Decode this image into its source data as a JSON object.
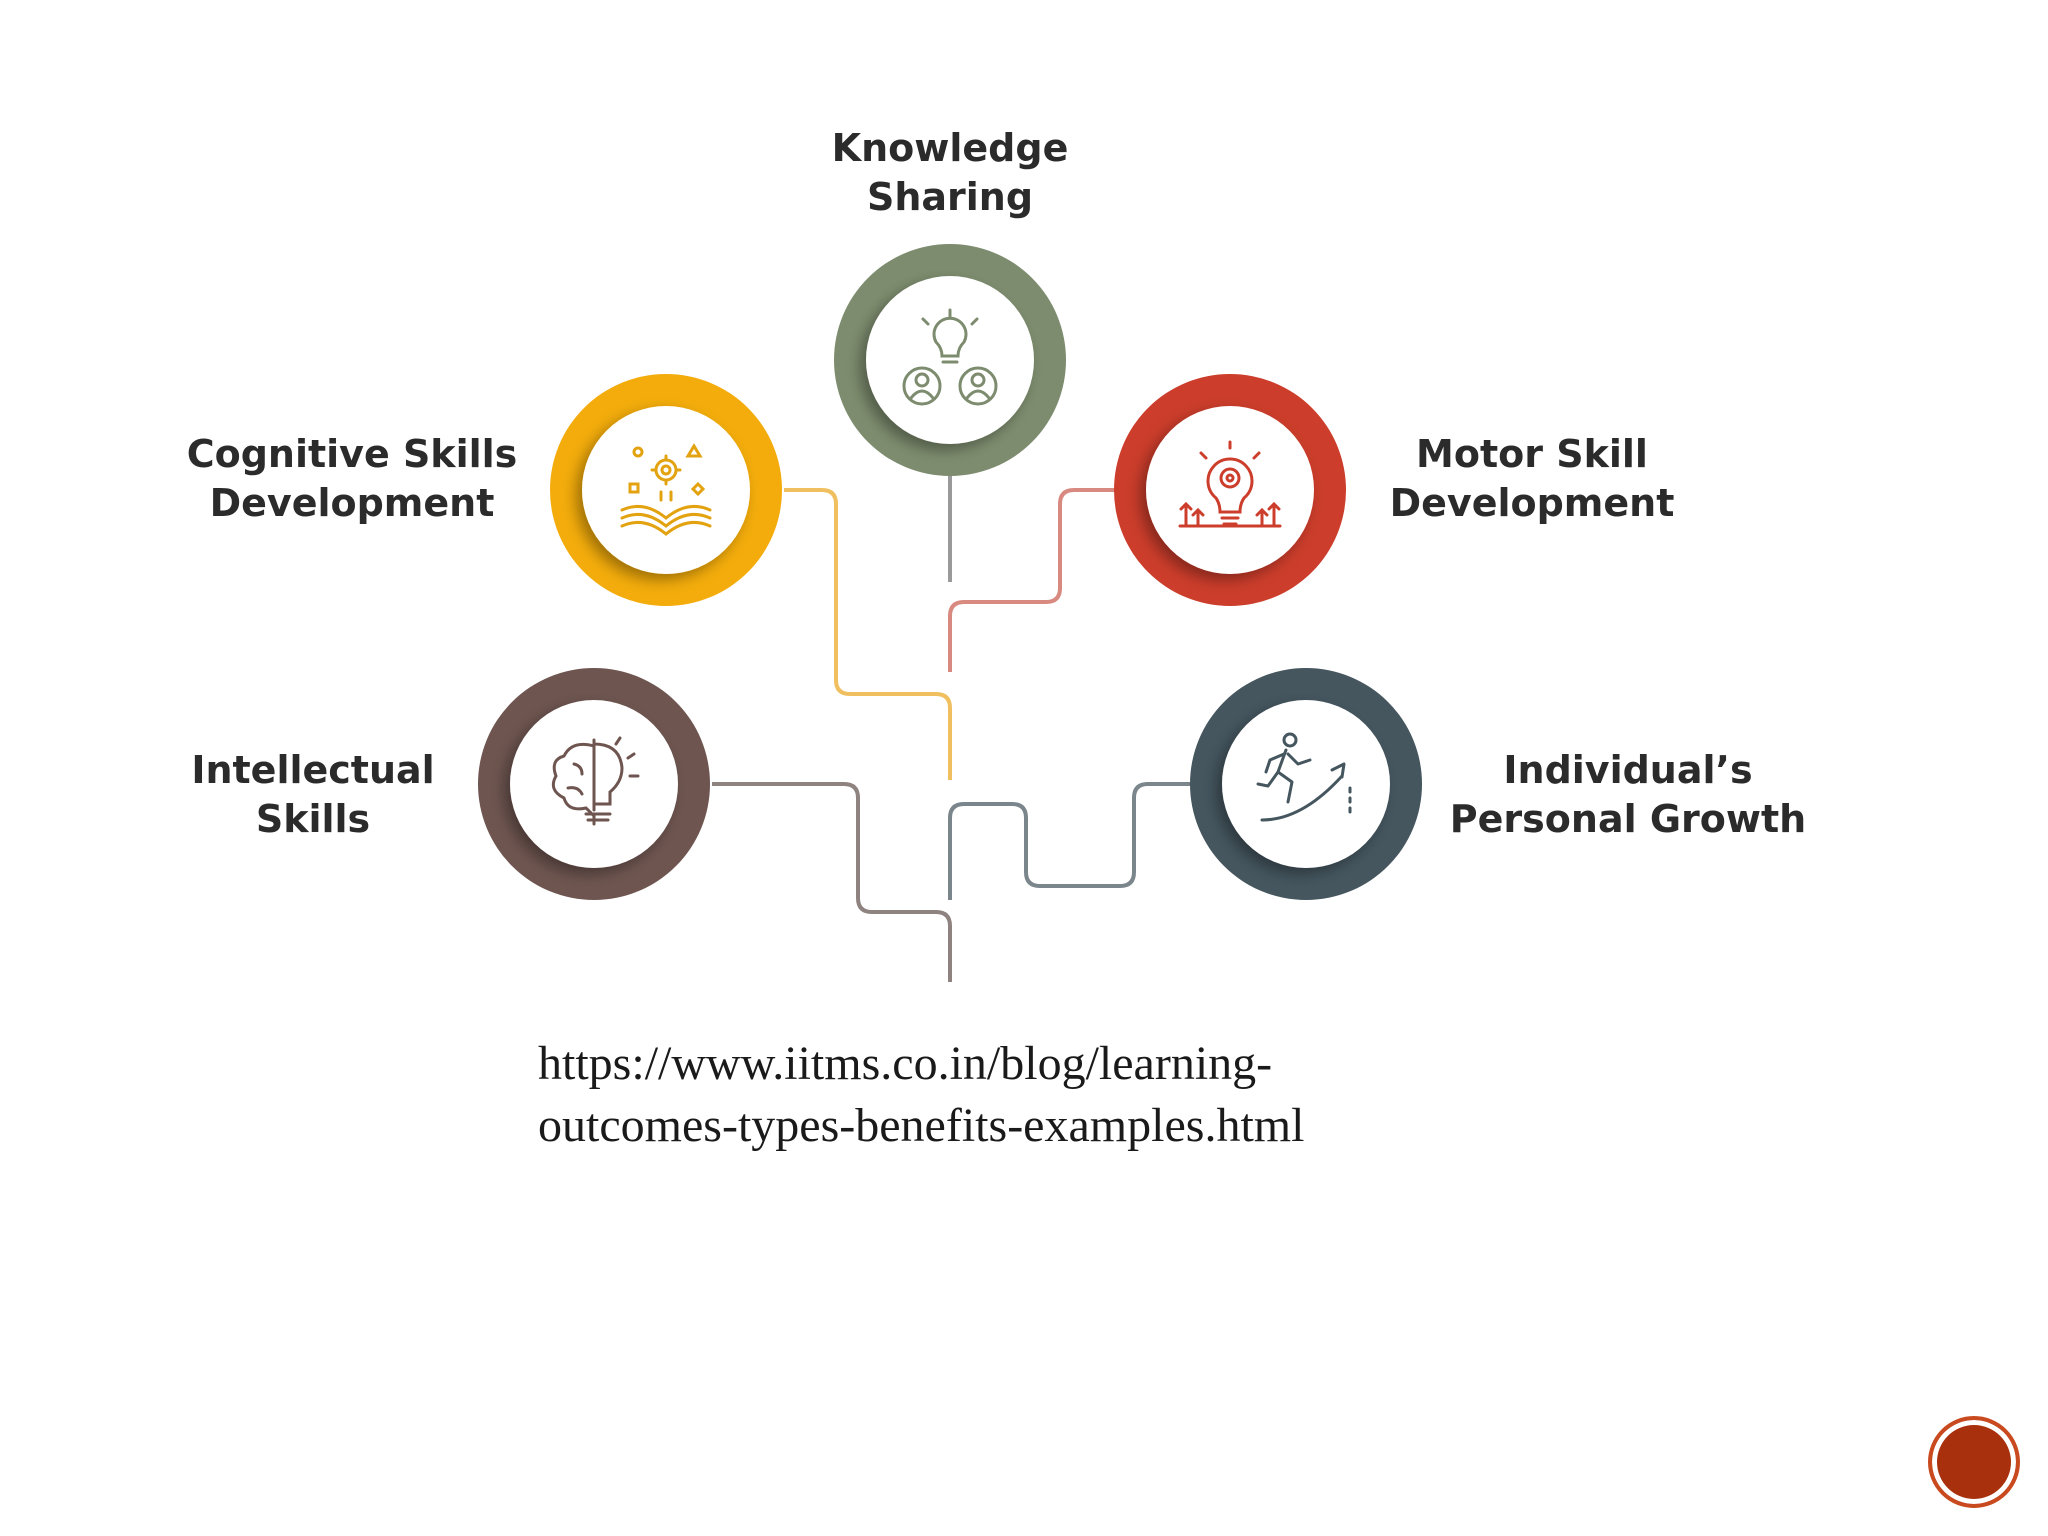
{
  "diagram": {
    "nodes": [
      {
        "id": "knowledge-sharing",
        "label_lines": [
          "Knowledge",
          "Sharing"
        ],
        "color": "#7d8c6e",
        "icon": "lightbulb-people-icon"
      },
      {
        "id": "cognitive-skills",
        "label_lines": [
          "Cognitive Skills",
          "Development"
        ],
        "color": "#f3ac0b",
        "icon": "book-gear-shapes-icon"
      },
      {
        "id": "motor-skill",
        "label_lines": [
          "Motor Skill",
          "Development"
        ],
        "color": "#cc3d2b",
        "icon": "bulb-gear-arrows-icon"
      },
      {
        "id": "intellectual-skills",
        "label_lines": [
          "Intellectual",
          "Skills"
        ],
        "color": "#6e5550",
        "icon": "brain-bulb-icon"
      },
      {
        "id": "personal-growth",
        "label_lines": [
          "Individual’s",
          "Personal Growth"
        ],
        "color": "#45565f",
        "icon": "runner-arrow-icon"
      }
    ],
    "connector_colors": {
      "knowledge-sharing": "#9a9a9a",
      "cognitive-skills": "#f0c060",
      "motor-skill": "#d98a80",
      "intellectual-skills": "#8f8380",
      "personal-growth": "#7b868c"
    }
  },
  "source": {
    "line1": "https://www.iitms.co.in/blog/learning-",
    "line2": "outcomes-types-benefits-examples.html"
  },
  "nav": {
    "icon": "next-slide-button",
    "color": "#a8300c"
  }
}
